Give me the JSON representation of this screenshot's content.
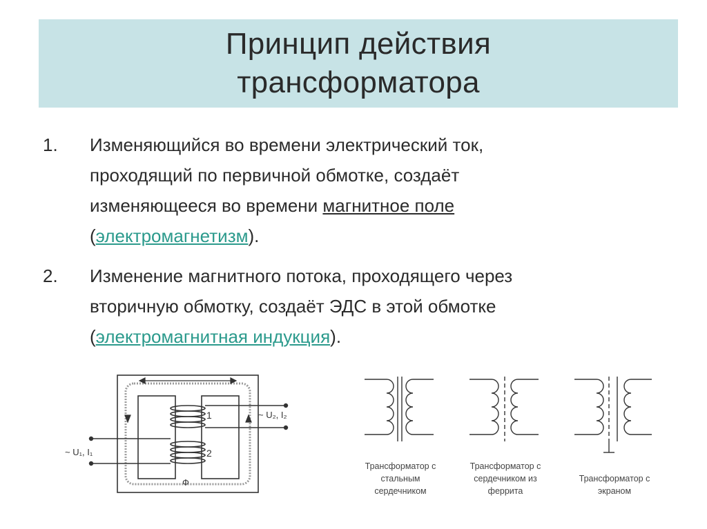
{
  "title": {
    "line1": "Принцип действия",
    "line2": "трансформатора"
  },
  "items": [
    {
      "number": "1.",
      "lines": [
        "Изменяющийся во времени электрический ток,",
        "проходящий по первичной обмотке, создаёт",
        "изменяющееся во времени "
      ],
      "underlined": "магнитное поле",
      "paren_open": "(",
      "link": "электромагнетизм",
      "paren_close": ")."
    },
    {
      "number": "2.",
      "lines": [
        "Изменение магнитного потока, проходящего через",
        "вторичную обмотку, создаёт ЭДС в этой обмотке"
      ],
      "paren_open": "(",
      "link": "электромагнитная индукция",
      "paren_close": ")."
    }
  ],
  "core_diagram": {
    "coil1_label": "1",
    "coil2_label": "2",
    "flux_label": "Ф",
    "u2_label": "~ U₂, I₂",
    "u1_label": "~ U₁, I₁"
  },
  "symbols": [
    {
      "caption_lines": [
        "Трансформатор с",
        "стальным",
        "сердечником"
      ]
    },
    {
      "caption_lines": [
        "Трансформатор с",
        "сердечником из",
        "феррита"
      ]
    },
    {
      "caption_lines": [
        "Трансформатор с",
        "экраном"
      ]
    }
  ]
}
